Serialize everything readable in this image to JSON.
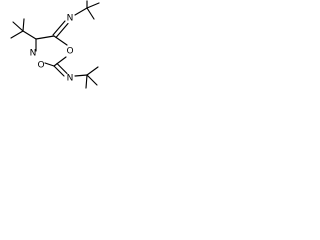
{
  "molecule": {
    "atoms": {
      "n_imine_top": "N",
      "o_ring_top": "O",
      "n_ring": "N",
      "o_ring_bottom": "O",
      "n_imine_bottom": "N"
    }
  },
  "colors": {
    "background": "#ffffff",
    "bond": "#000000",
    "label": "#000000"
  }
}
